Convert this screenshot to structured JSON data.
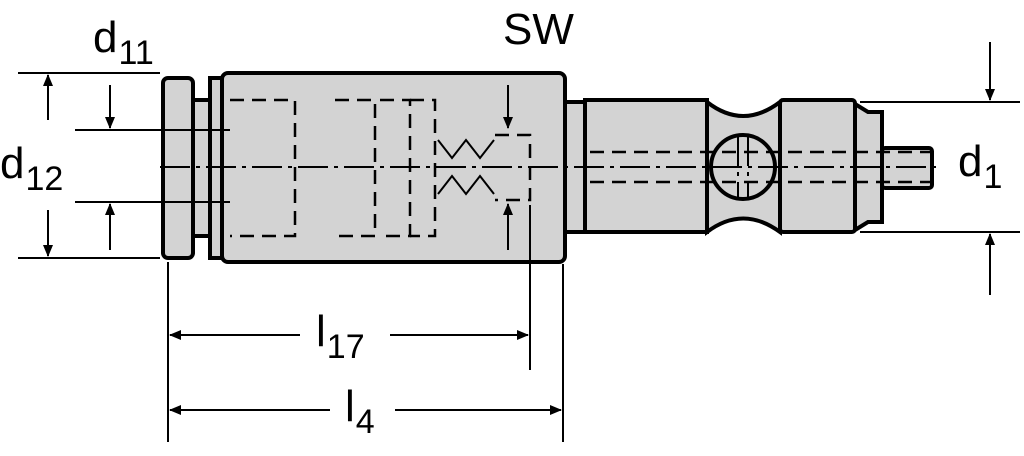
{
  "drawing": {
    "title": "Tool holder adapter dimension drawing",
    "fill_color": "#d3d3d3",
    "line_color": "#000000",
    "labels": {
      "d11": {
        "base": "d",
        "sub": "11"
      },
      "sw": {
        "base": "SW"
      },
      "d12": {
        "base": "d",
        "sub": "12"
      },
      "d1": {
        "base": "d",
        "sub": "1"
      },
      "l17": {
        "base": "l",
        "sub": "17"
      },
      "l4": {
        "base": "l",
        "sub": "4"
      }
    }
  }
}
